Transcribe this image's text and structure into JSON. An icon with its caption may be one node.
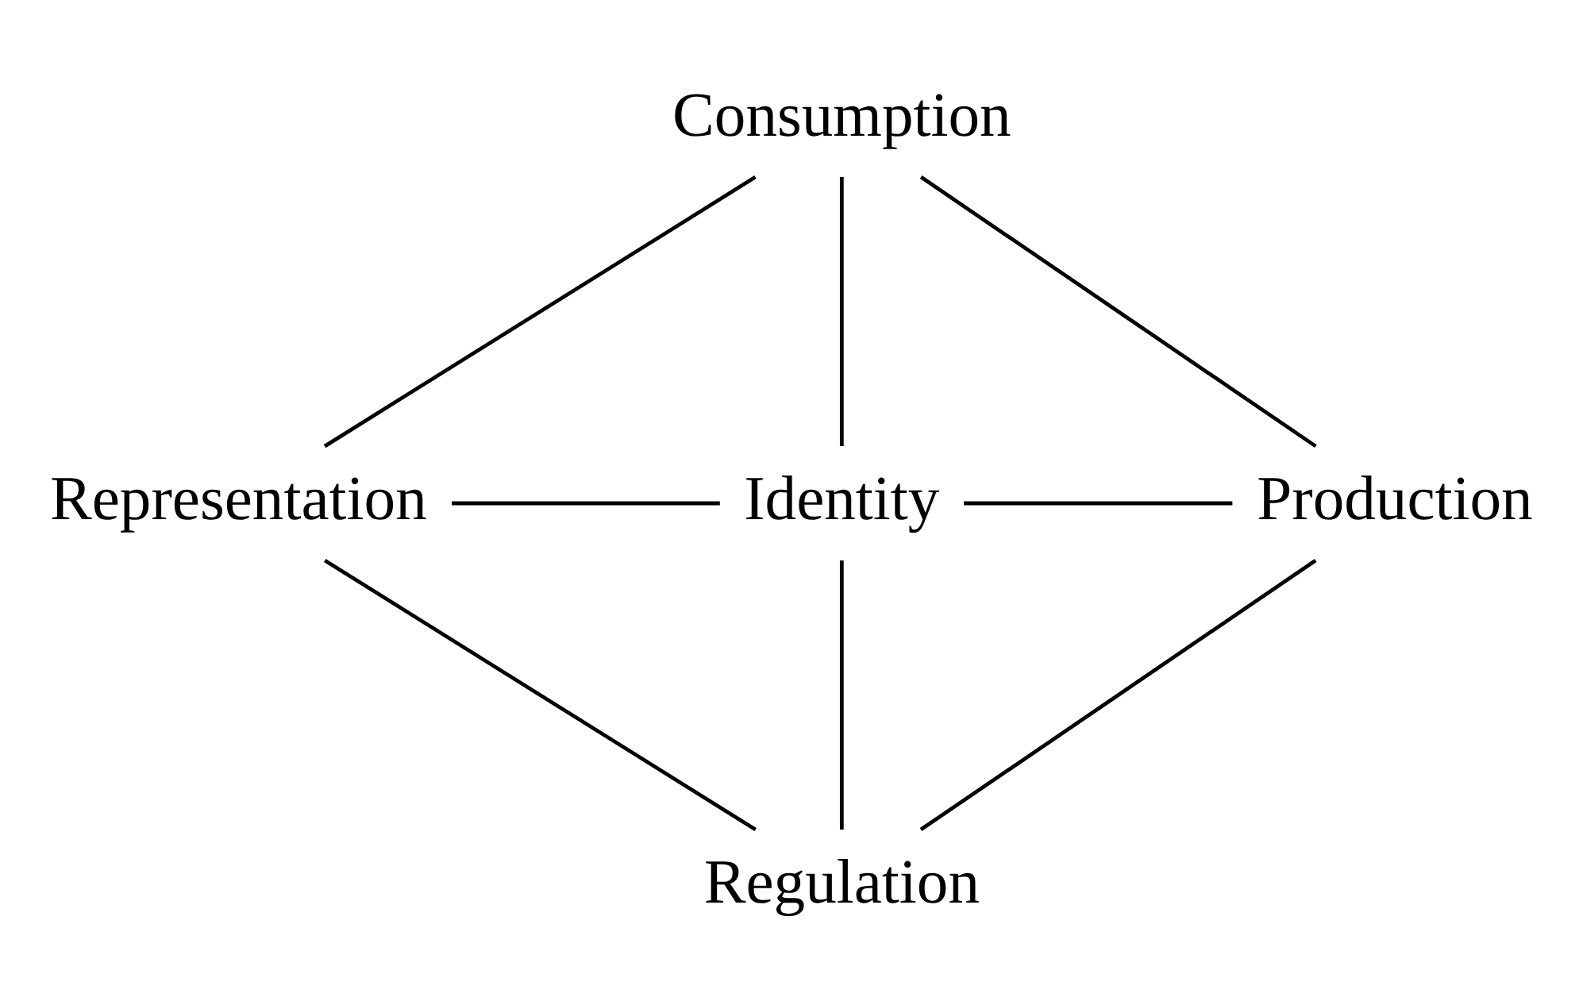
{
  "diagram": {
    "nodes": [
      {
        "text": [
          "Consumption"
        ]
      },
      {
        "text": [
          "Representation"
        ]
      },
      {
        "text": [
          "Identity"
        ]
      },
      {
        "text": [
          "Production"
        ]
      },
      {
        "text": [
          "Regulation"
        ]
      }
    ],
    "edges": [
      {
        "from": 0,
        "to": 1,
        "arrow": "none"
      },
      {
        "from": 0,
        "to": 2,
        "arrow": "none"
      },
      {
        "from": 0,
        "to": 3,
        "arrow": "none"
      },
      {
        "from": 1,
        "to": 2,
        "arrow": "none"
      },
      {
        "from": 2,
        "to": 3,
        "arrow": "none"
      },
      {
        "from": 1,
        "to": 4,
        "arrow": "none"
      },
      {
        "from": 2,
        "to": 4,
        "arrow": "none"
      },
      {
        "from": 3,
        "to": 4,
        "arrow": "none"
      }
    ]
  }
}
